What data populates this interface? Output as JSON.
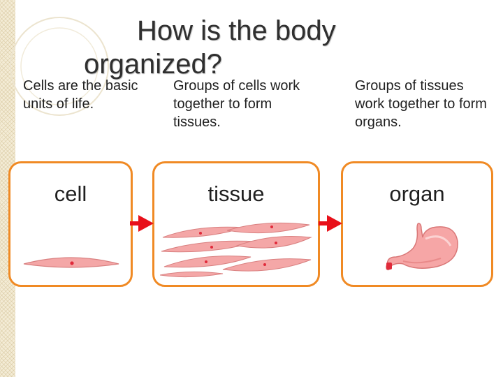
{
  "title": {
    "line1": "How is the body",
    "line2": "organized?"
  },
  "columns": [
    {
      "description": "Cells are the basic units of life.",
      "label": "cell"
    },
    {
      "description": "Groups of cells work together to form tissues.",
      "label": "tissue"
    },
    {
      "description": "Groups of tissues work together to form organs.",
      "label": "organ"
    }
  ],
  "colors": {
    "panel_border": "#f08a24",
    "arrow": "#e8101a",
    "cell_fill": "#f4a7a7",
    "nucleus": "#e02a3a"
  },
  "icons": [
    "cell-illustration",
    "tissue-illustration",
    "stomach-illustration",
    "arrow-right-icon"
  ]
}
